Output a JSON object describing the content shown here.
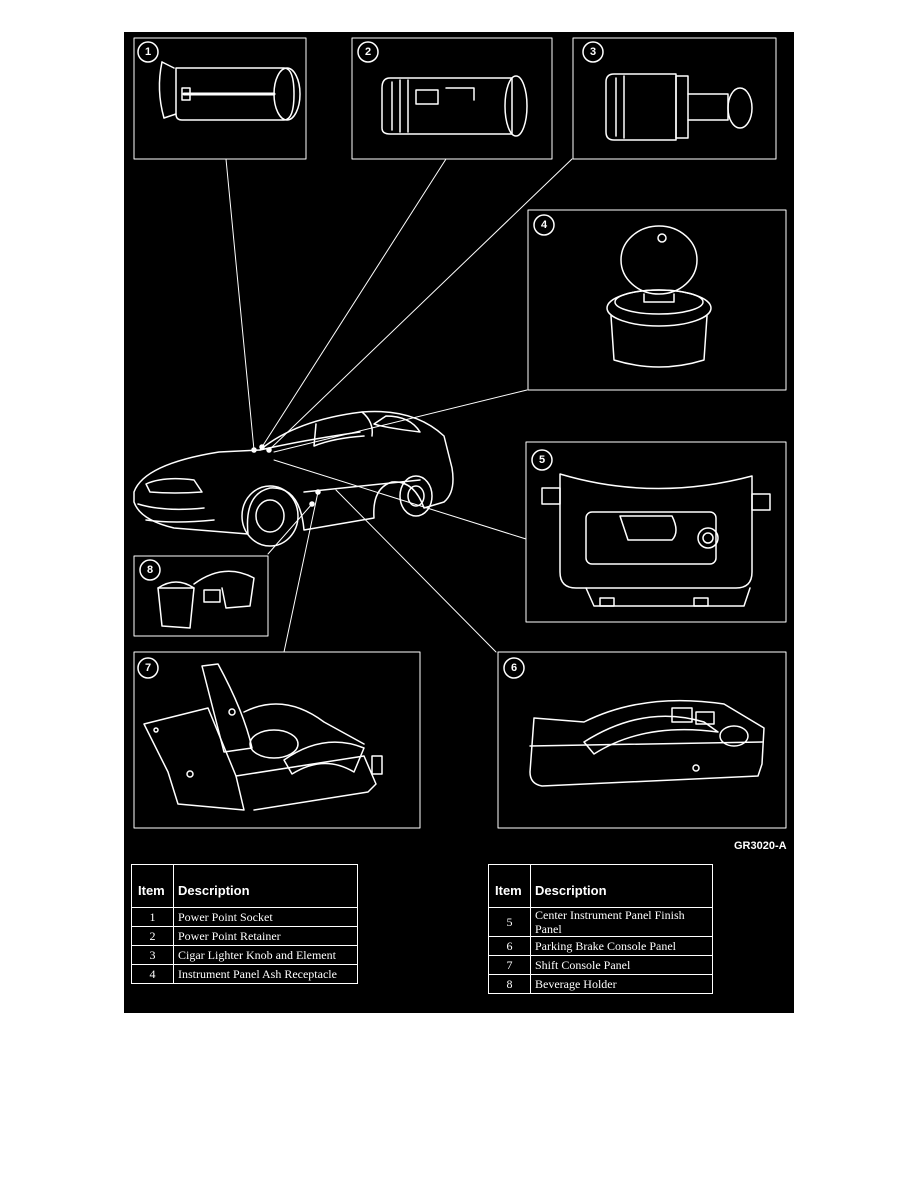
{
  "figure": {
    "code": "GR3020-A",
    "callouts": [
      {
        "number": "1"
      },
      {
        "number": "2"
      },
      {
        "number": "3"
      },
      {
        "number": "4"
      },
      {
        "number": "5"
      },
      {
        "number": "6"
      },
      {
        "number": "7"
      },
      {
        "number": "8"
      }
    ]
  },
  "legend_left": {
    "header_item": "Item",
    "header_description": "Description",
    "rows": [
      {
        "item": "1",
        "description": "Power Point Socket"
      },
      {
        "item": "2",
        "description": "Power Point Retainer"
      },
      {
        "item": "3",
        "description": "Cigar Lighter Knob and Element"
      },
      {
        "item": "4",
        "description": "Instrument Panel Ash Receptacle"
      }
    ]
  },
  "legend_right": {
    "header_item": "Item",
    "header_description": "Description",
    "rows": [
      {
        "item": "5",
        "description": "Center Instrument Panel Finish Panel"
      },
      {
        "item": "6",
        "description": "Parking Brake Console Panel"
      },
      {
        "item": "7",
        "description": "Shift Console Panel"
      },
      {
        "item": "8",
        "description": "Beverage Holder"
      }
    ]
  }
}
